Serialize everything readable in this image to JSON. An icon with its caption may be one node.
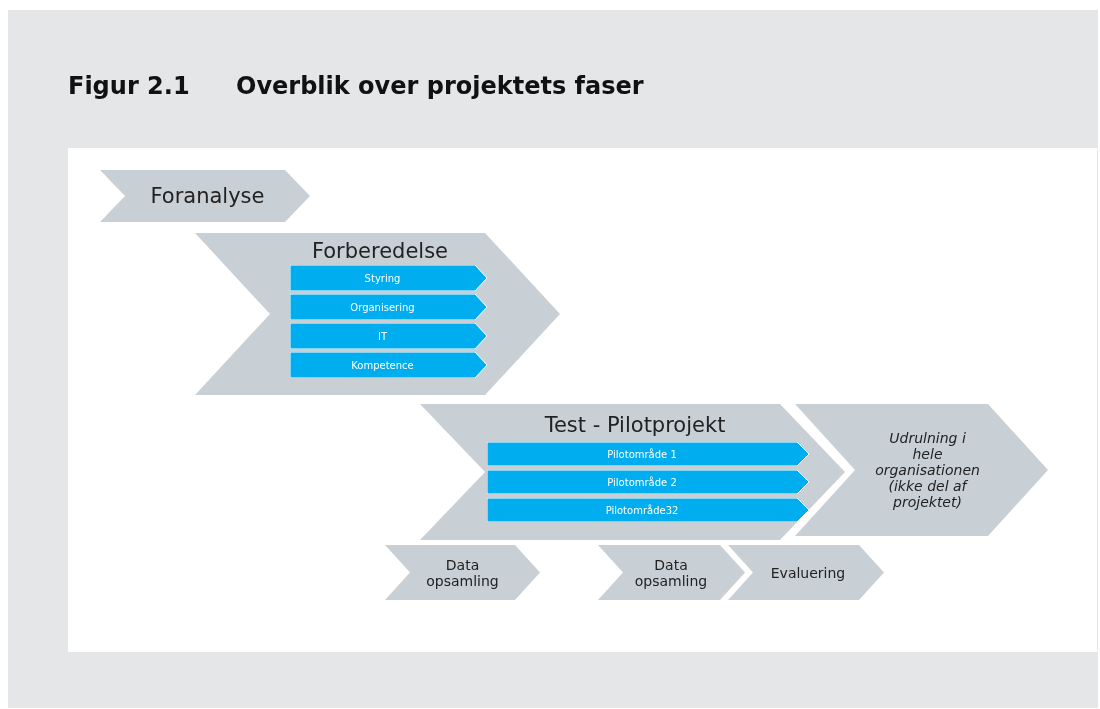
{
  "diagram": {
    "title": "Overblik over projektets faser",
    "nodes": [
      {
        "text": [
          "Foranalyse"
        ]
      },
      {
        "text": [
          "Forberedelse"
        ]
      },
      {
        "text": [
          "Styring"
        ],
        "in": 1
      },
      {
        "text": [
          "Organisering"
        ],
        "in": 1
      },
      {
        "text": [
          "IT"
        ],
        "in": 1
      },
      {
        "text": [
          "Kompetence"
        ],
        "in": 1
      },
      {
        "text": [
          "Test - Pilotprojekt"
        ]
      },
      {
        "text": [
          "Pilotområde 1"
        ],
        "in": 6
      },
      {
        "text": [
          "Pilotområde 2"
        ],
        "in": 6
      },
      {
        "text": [
          "Pilotområde32"
        ],
        "in": 6
      },
      {
        "text": [
          "Udrulning i hele organisationen (ikke del af projektet)"
        ]
      },
      {
        "text": [
          "Data opsamling"
        ]
      },
      {
        "text": [
          "Data opsamling"
        ]
      },
      {
        "text": [
          "Evaluering"
        ]
      }
    ],
    "labels": [
      "Figur 2.1"
    ]
  }
}
